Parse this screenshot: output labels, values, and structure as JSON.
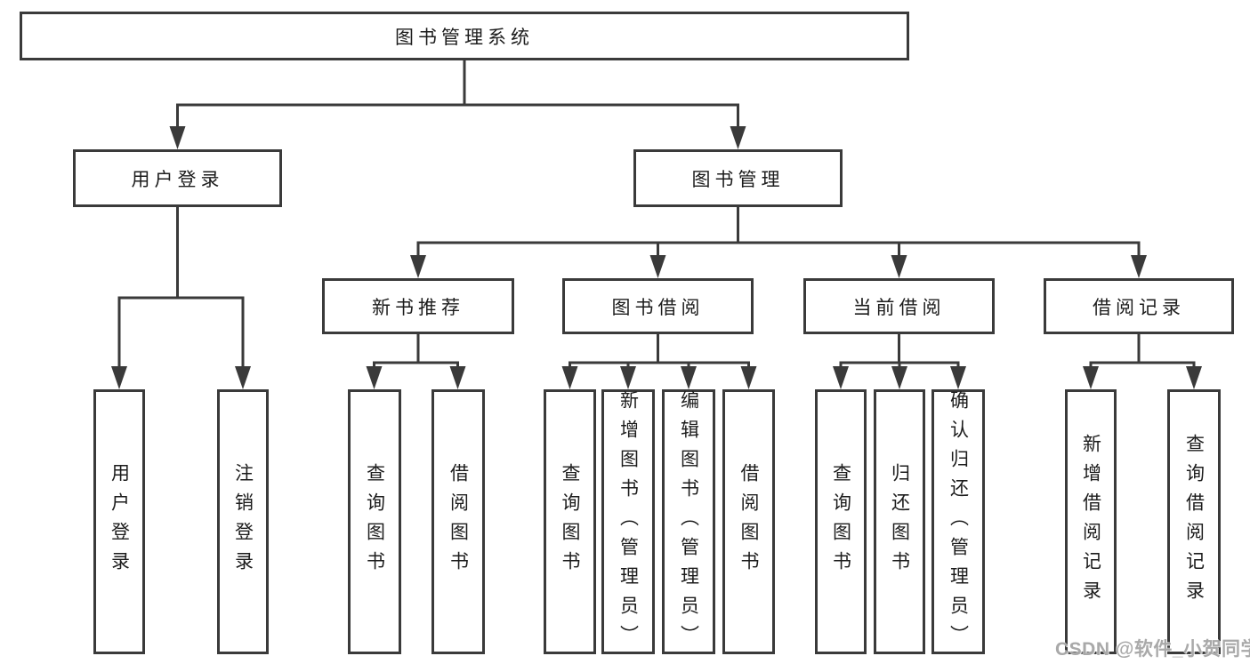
{
  "diagram": {
    "title": "图书管理系统",
    "level2": [
      {
        "label": "用户登录"
      },
      {
        "label": "图书管理"
      }
    ],
    "level3": [
      {
        "label": "新书推荐"
      },
      {
        "label": "图书借阅"
      },
      {
        "label": "当前借阅"
      },
      {
        "label": "借阅记录"
      }
    ],
    "leaves": [
      {
        "label": "用户登录"
      },
      {
        "label": "注销登录"
      },
      {
        "label": "查询图书"
      },
      {
        "label": "借阅图书"
      },
      {
        "label": "查询图书"
      },
      {
        "label": "新增图书（管理员）"
      },
      {
        "label": "编辑图书（管理员）"
      },
      {
        "label": "借阅图书"
      },
      {
        "label": "查询图书"
      },
      {
        "label": "归还图书"
      },
      {
        "label": "确认归还（管理员）"
      },
      {
        "label": "新增借阅记录"
      },
      {
        "label": "查询借阅记录"
      }
    ],
    "colors": {
      "line": "#3a3a3a",
      "text": "#1c1c1c",
      "background": "#ffffff",
      "watermark": "#a4a4a4"
    }
  },
  "watermark": {
    "text": "CSDN @软件_小贺同学"
  }
}
